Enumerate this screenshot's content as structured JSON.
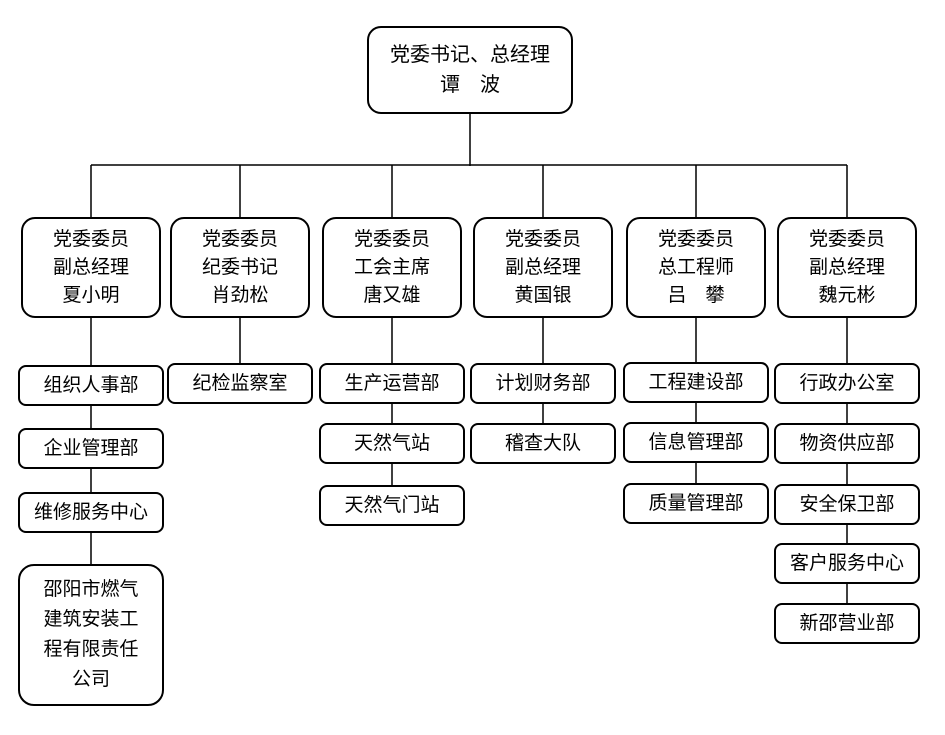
{
  "colors": {
    "background": "#ffffff",
    "line": "#000000",
    "text": "#000000",
    "box_fill": "#ffffff"
  },
  "org_chart": {
    "root": {
      "line1": "党委书记、总经理",
      "line2": "谭　波"
    },
    "leaders": [
      {
        "line1": "党委委员",
        "line2": "副总经理",
        "line3": "夏小明"
      },
      {
        "line1": "党委委员",
        "line2": "纪委书记",
        "line3": "肖劲松"
      },
      {
        "line1": "党委委员",
        "line2": "工会主席",
        "line3": "唐又雄"
      },
      {
        "line1": "党委委员",
        "line2": "副总经理",
        "line3": "黄国银"
      },
      {
        "line1": "党委委员",
        "line2": "总工程师",
        "line3": "吕　攀"
      },
      {
        "line1": "党委委员",
        "line2": "副总经理",
        "line3": "魏元彬"
      }
    ],
    "departments": {
      "col1": [
        "组织人事部",
        "企业管理部",
        "维修服务中心",
        "邵阳市燃气建筑安装工程有限责任公司"
      ],
      "col2": [
        "纪检监察室"
      ],
      "col3": [
        "生产运营部",
        "天然气站",
        "天然气门站"
      ],
      "col4": [
        "计划财务部",
        "稽查大队"
      ],
      "col5": [
        "工程建设部",
        "信息管理部",
        "质量管理部"
      ],
      "col6": [
        "行政办公室",
        "物资供应部",
        "安全保卫部",
        "客户服务中心",
        "新邵营业部"
      ]
    }
  }
}
